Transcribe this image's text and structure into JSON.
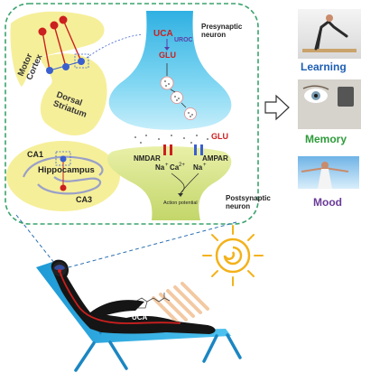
{
  "labels": {
    "motor_cortex": "Motor\nCortex",
    "dorsal_striatum": "Dorsal\nStriatum",
    "hippocampus": "Hippocampus",
    "ca1": "CA1",
    "ca3": "CA3",
    "uca": "UCA",
    "uroc": "UROC",
    "glu": "GLU",
    "presynaptic": "Presynaptic\nneuron",
    "glu_cleft": "GLU",
    "nmdar": "NMDAR",
    "ampar": "AMPAR",
    "na_ca": "Na",
    "ca": "Ca",
    "ca_charge": "2+",
    "plus1": "+",
    "na2": "Na",
    "plus2": "+",
    "action_potential": "Action potential",
    "postsynaptic": "Postsynaptic\nneuron",
    "learning": "Learning",
    "memory": "Memory",
    "mood": "Mood",
    "uca_body": "UCA"
  },
  "colors": {
    "frame_border": "#3aa36b",
    "yellow": "#f6ef9a",
    "presynaptic": "#4fc3e8",
    "postsynaptic": "#d8e88a",
    "red": "#cc1f1f",
    "blue_dot": "#3a5fcf",
    "learning": "#1e5fb4",
    "memory": "#2e9b3a",
    "mood": "#6a3a98",
    "sun": "#f3b21a"
  }
}
